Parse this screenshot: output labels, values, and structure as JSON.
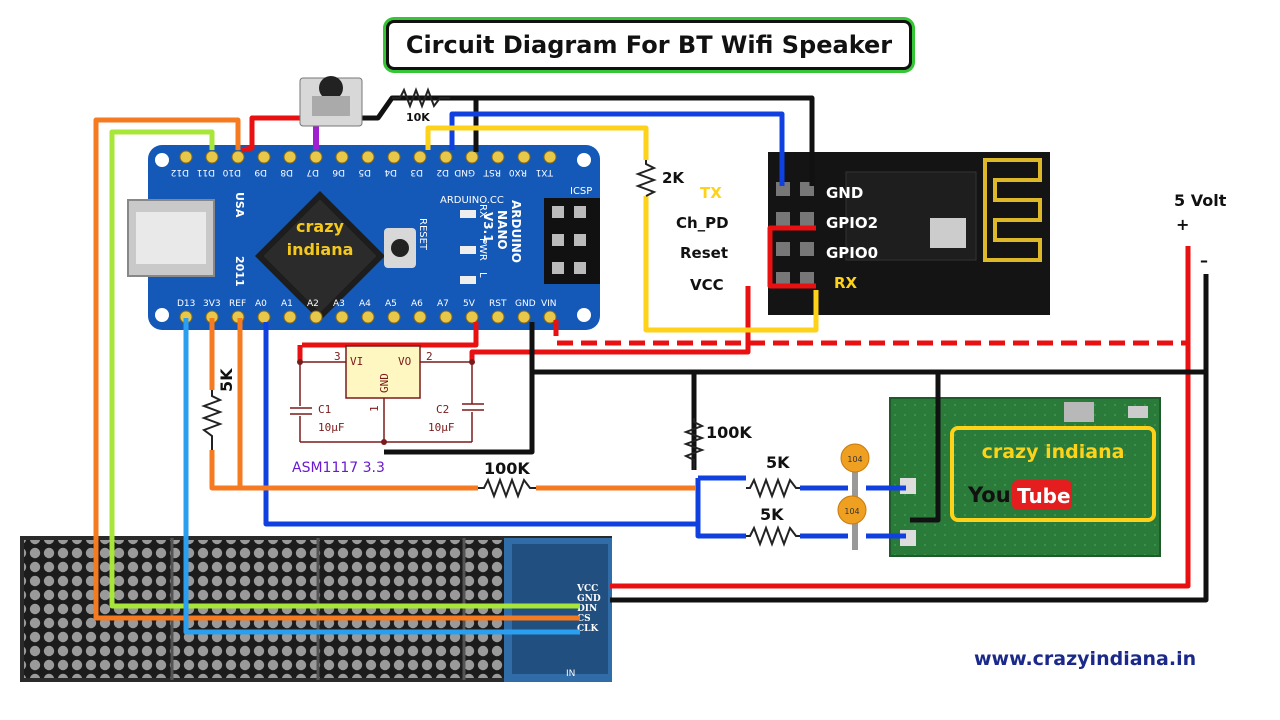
{
  "title": "Circuit Diagram For BT Wifi Speaker",
  "website": "www.crazyindiana.in",
  "power": {
    "label": "5 Volt",
    "plus": "+",
    "minus": "–"
  },
  "arduino": {
    "board_lines": [
      "ARDUINO",
      "NANO",
      "V3.1"
    ],
    "arduino_cc": "ARDUINO.CC",
    "usa": "USA",
    "year": "2011",
    "icsp": "ICSP",
    "reset": "RESET",
    "logo_line1": "crazy",
    "logo_line2": "indiana",
    "side_labels": [
      "RX",
      "PWR",
      "L"
    ],
    "top_pins": [
      "D12",
      "D11",
      "D10",
      "D9",
      "D8",
      "D7",
      "D6",
      "D5",
      "D4",
      "D3",
      "D2",
      "GND",
      "RST",
      "RX0",
      "TX1"
    ],
    "bottom_pins": [
      "D13",
      "3V3",
      "REF",
      "A0",
      "A1",
      "A2",
      "A3",
      "A4",
      "A5",
      "A6",
      "A7",
      "5V",
      "RST",
      "GND",
      "VIN"
    ]
  },
  "esp": {
    "left_labels": [
      "TX",
      "Ch_PD",
      "Reset",
      "VCC"
    ],
    "right_labels": [
      "GND",
      "GPIO2",
      "GPIO0",
      "RX"
    ]
  },
  "regulator": {
    "vi": "VI",
    "vo": "VO",
    "gnd": "GND",
    "pin3": "3",
    "pin2": "2",
    "pin1": "1",
    "name": "ASM1117 3.3"
  },
  "capacitors": {
    "c1": "C1",
    "c1_val": "10µF",
    "c2": "C2",
    "c2_val": "10µF",
    "ceramic": "104"
  },
  "resistors": {
    "r_button": "10K",
    "r_tx": "2K",
    "r_5k_left": "5K",
    "r_100k_bottom": "100K",
    "r_100k_right": "100K",
    "r_5k_top": "5K",
    "r_5k_bottom": "5K"
  },
  "bt_module": {
    "logo": "crazy indiana",
    "you": "You",
    "tube": "Tube"
  },
  "matrix": {
    "pins": [
      "VCC",
      "GND",
      "DIN",
      "CS",
      "CLK"
    ],
    "in_label": "IN"
  },
  "colors": {
    "red": "#e81010",
    "black": "#111111",
    "blue": "#1040e0",
    "yellow": "#ffd21a",
    "orange": "#f57a20",
    "lime": "#a8e63a",
    "lightblue": "#2a9ff0",
    "board": "#1559b8"
  }
}
